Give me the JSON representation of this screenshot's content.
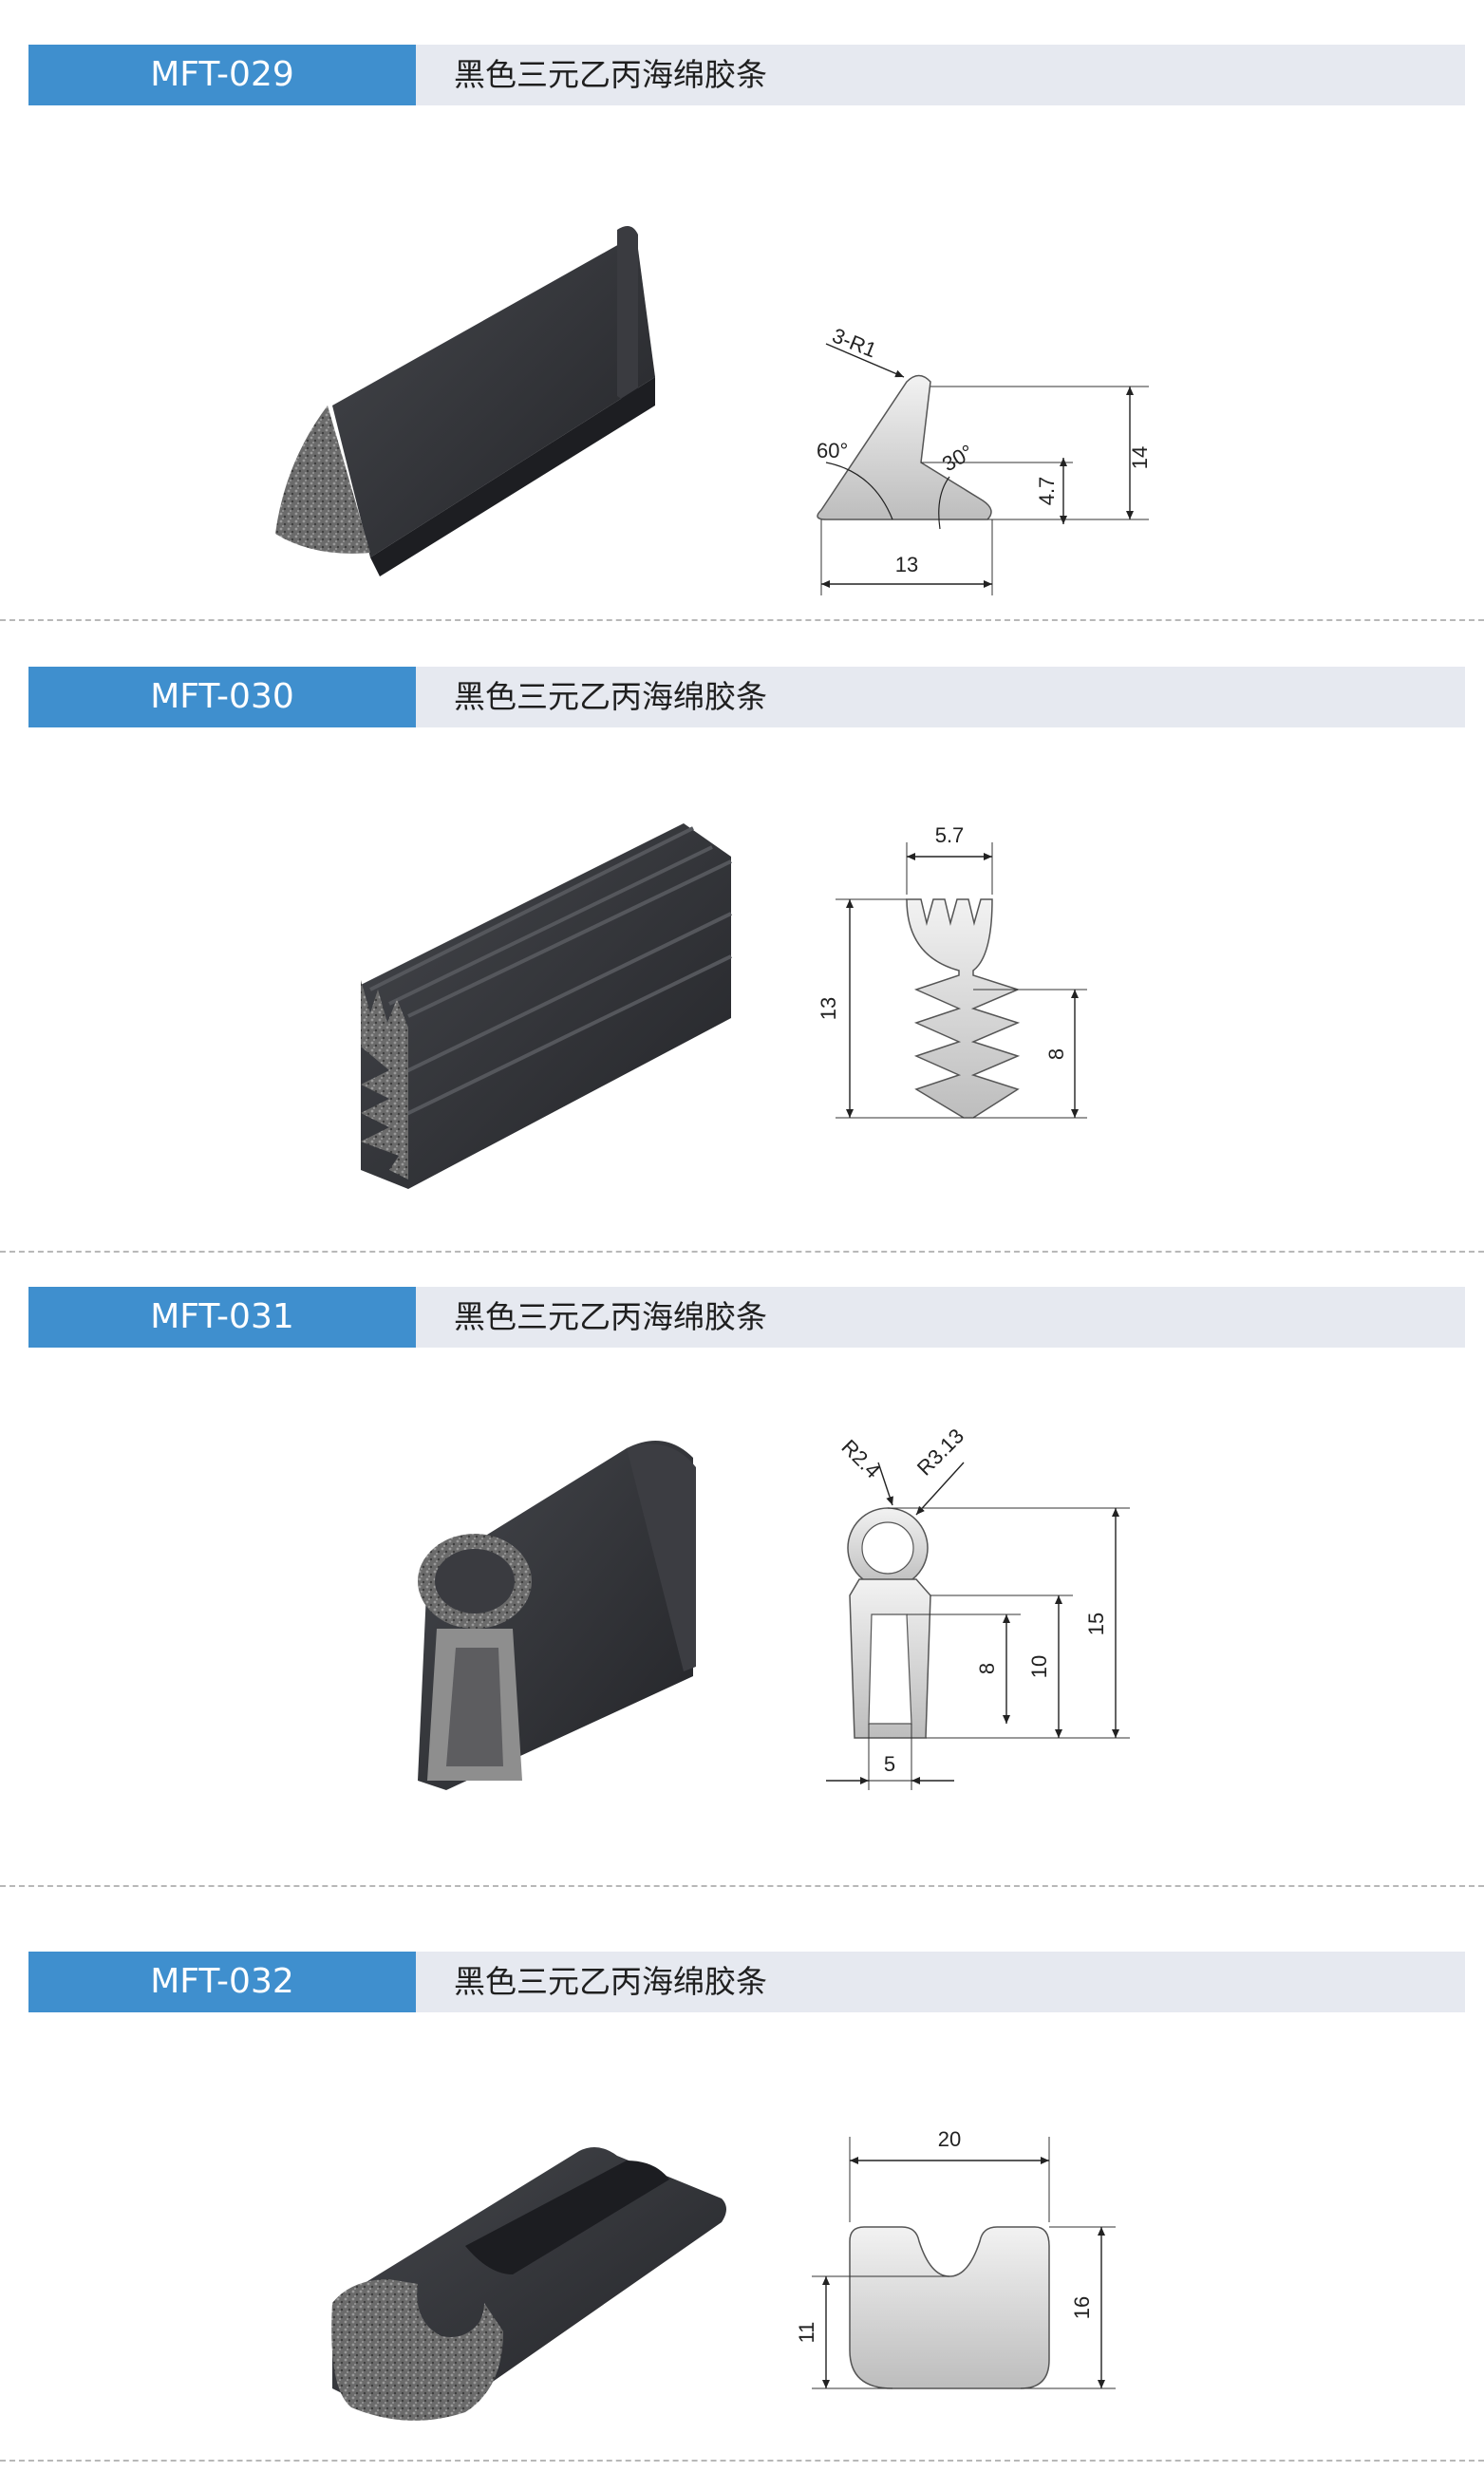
{
  "products": [
    {
      "code": "MFT-029",
      "title": "黑色三元乙丙海绵胶条",
      "dimensions": {
        "radius": "3-R1",
        "angle_left": "60°",
        "angle_right": "30°",
        "width": "13",
        "height": "14",
        "step": "4.7"
      }
    },
    {
      "code": "MFT-030",
      "title": "黑色三元乙丙海绵胶条",
      "dimensions": {
        "top_width": "5.7",
        "height": "13",
        "lower_height": "8"
      }
    },
    {
      "code": "MFT-031",
      "title": "黑色三元乙丙海绵胶条",
      "dimensions": {
        "radius_inner": "R2.4",
        "radius_outer": "R3.13",
        "height_total": "15",
        "height_body": "10",
        "height_inner": "8",
        "width": "5"
      }
    },
    {
      "code": "MFT-032",
      "title": "黑色三元乙丙海绵胶条",
      "dimensions": {
        "width": "20",
        "height": "16",
        "inner_height": "11"
      }
    }
  ],
  "colors": {
    "header_accent": "#3f8fce",
    "header_bg": "#e6e9f0",
    "rubber": "#2e2f33",
    "section_fill": "#cfcfcf"
  }
}
